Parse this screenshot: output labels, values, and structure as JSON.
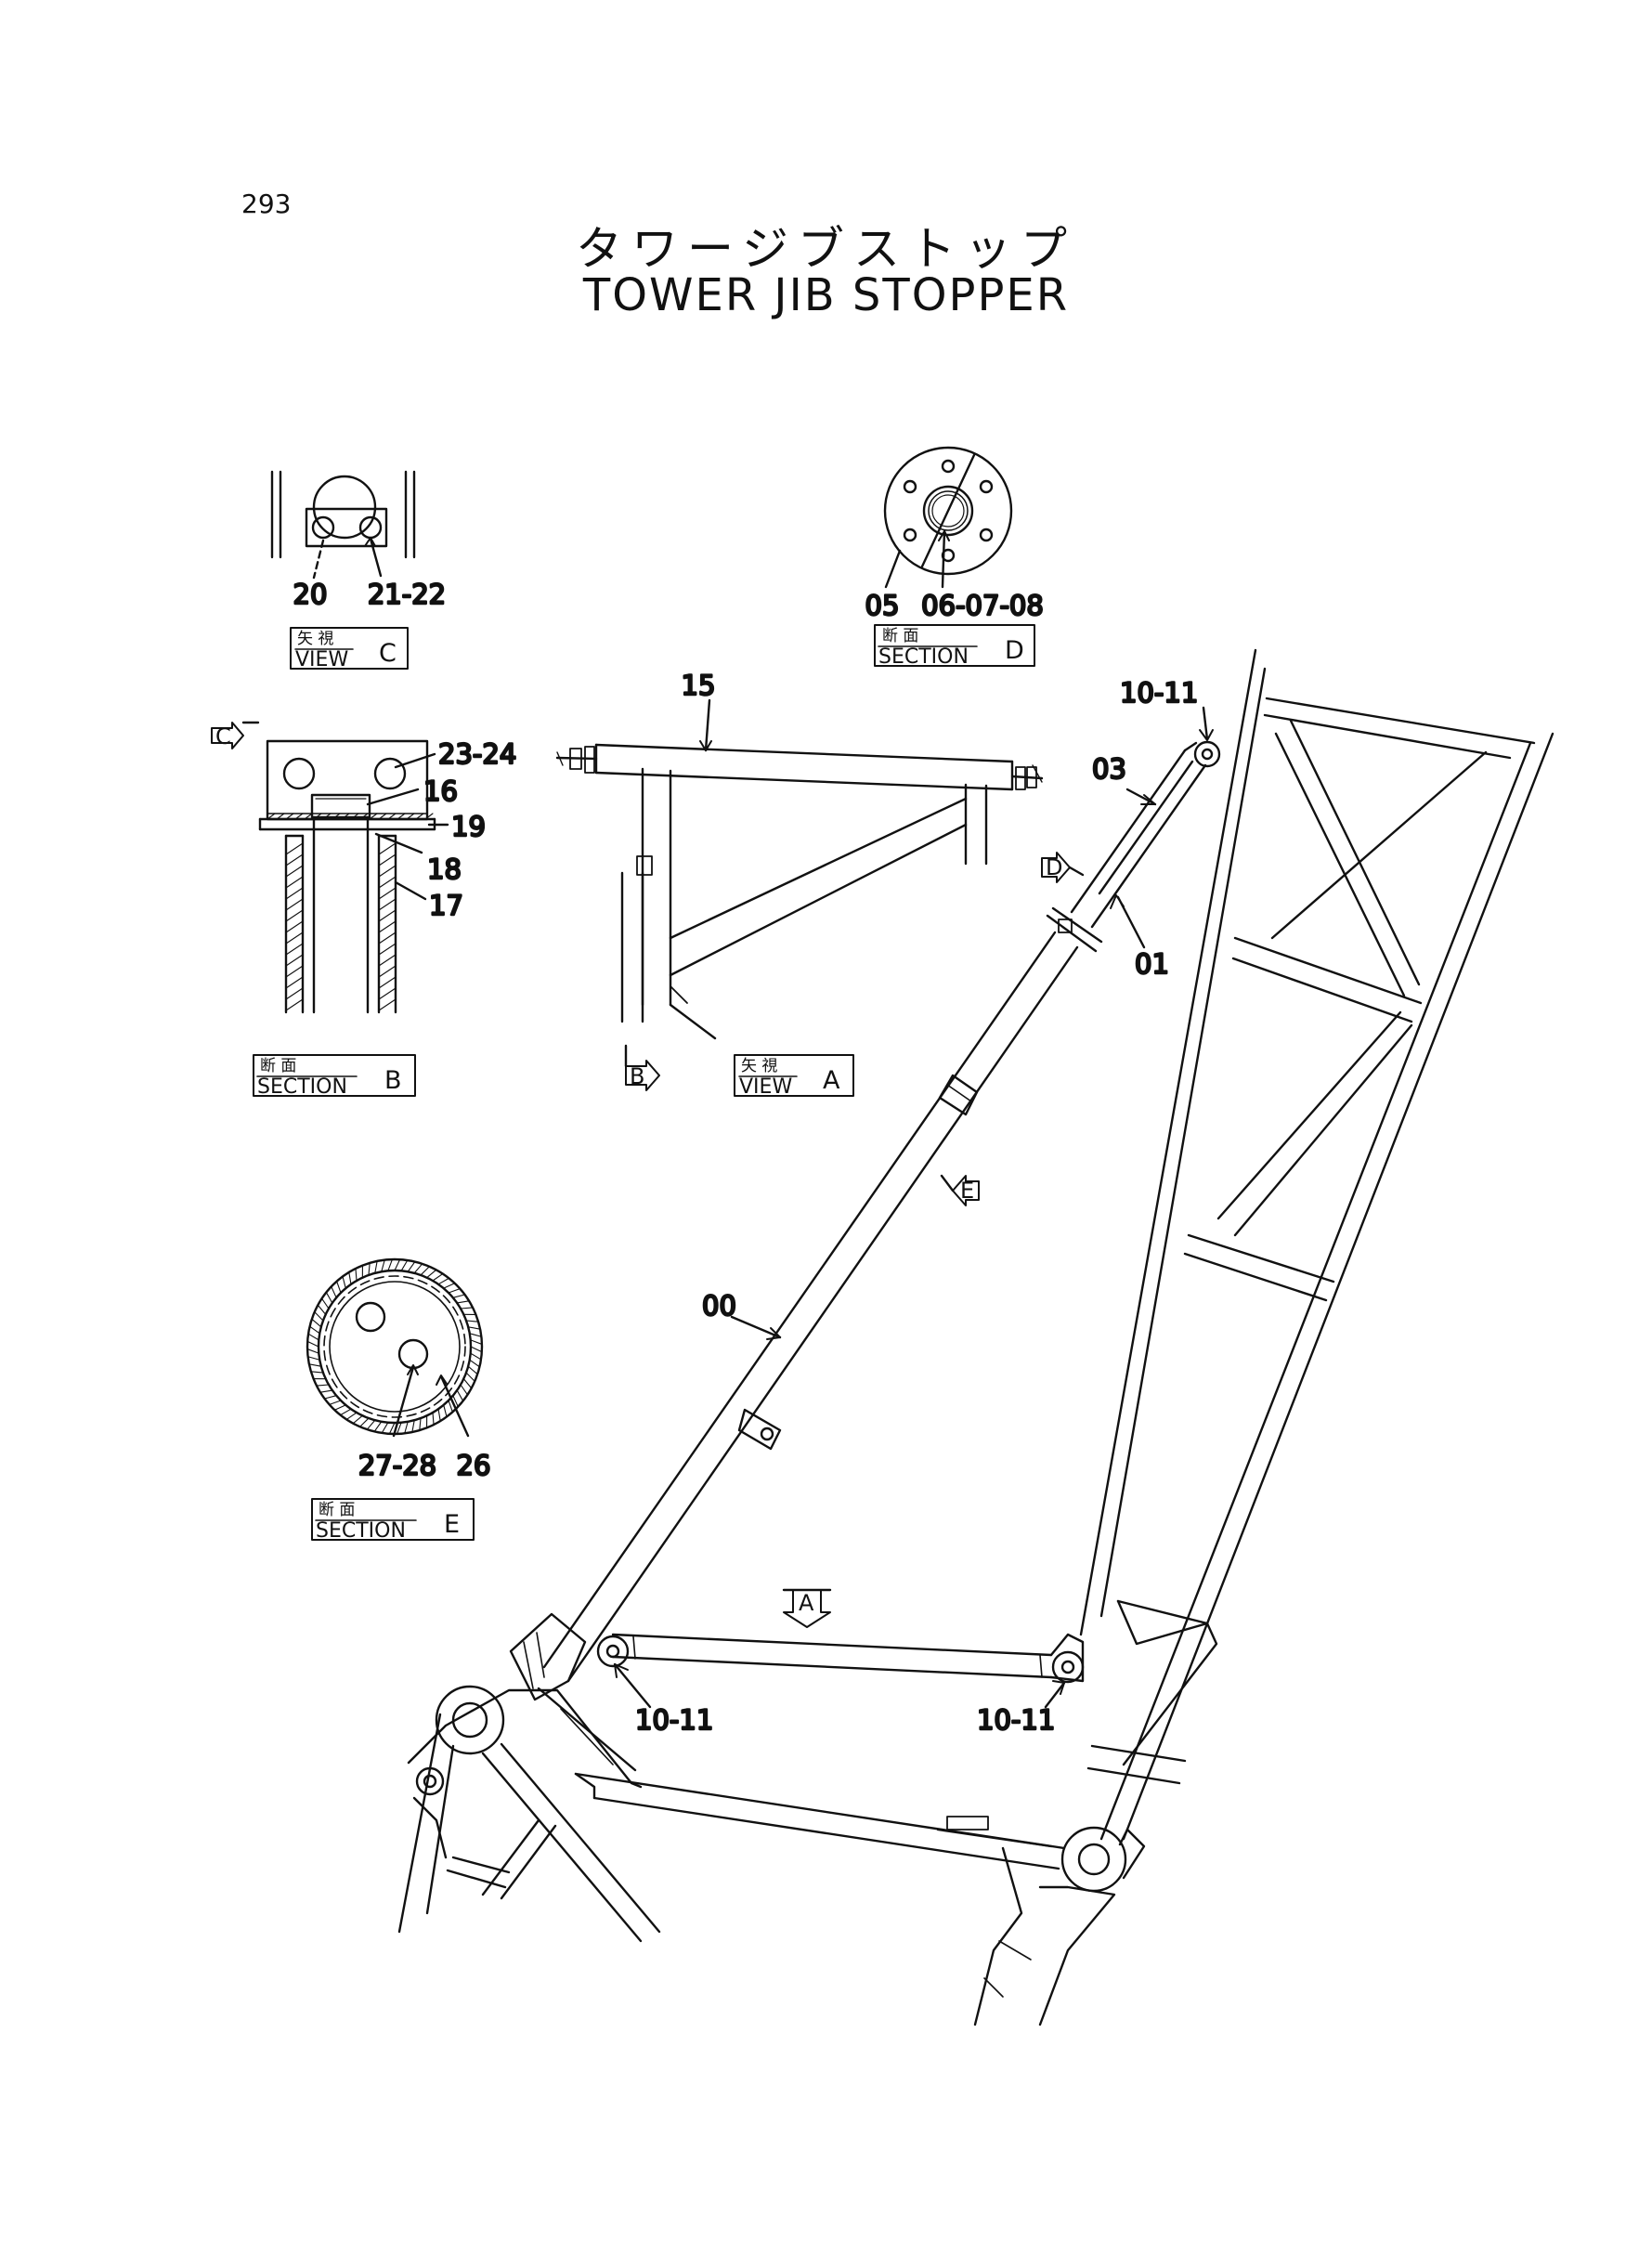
{
  "page_number": "293",
  "title_jp": "タワージブストップ",
  "title_en": "TOWER JIB STOPPER",
  "callouts": {
    "view_c_left": "20",
    "view_c_right": "21-22",
    "section_d_left": "05",
    "section_d_right": "06-07-08",
    "section_b_23_24": "23-24",
    "section_b_16": "16",
    "section_b_19": "19",
    "section_b_18": "18",
    "section_b_17": "17",
    "view_a_15": "15",
    "main_10_11_top": "10-11",
    "main_03": "03",
    "main_01": "01",
    "main_00": "00",
    "main_10_11_left": "10-11",
    "main_10_11_right": "10-11",
    "section_e_27_28": "27-28",
    "section_e_26": "26"
  },
  "view_boxes": {
    "view_c": {
      "top": "矢 視",
      "main": "VIEW",
      "letter": "C"
    },
    "section_d": {
      "top": "断 面",
      "main": "SECTION",
      "letter": "D"
    },
    "section_b": {
      "top": "断 面",
      "main": "SECTION",
      "letter": "B"
    },
    "view_a": {
      "top": "矢 視",
      "main": "VIEW",
      "letter": "A"
    },
    "section_e": {
      "top": "断 面",
      "main": "SECTION",
      "letter": "E"
    }
  },
  "view_arrows": {
    "c": "C",
    "b": "B",
    "d": "D",
    "e": "E",
    "a": "A"
  }
}
